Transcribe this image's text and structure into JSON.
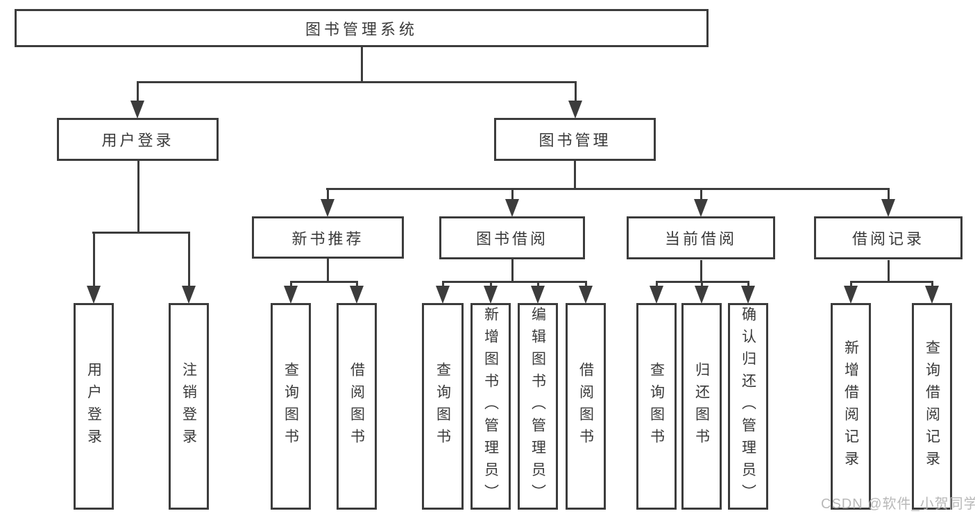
{
  "colors": {
    "line": "#3c3c3c",
    "text": "#3a3a3a",
    "watermark": "#b3b3b3",
    "background": "#ffffff"
  },
  "tree": {
    "root": "图书管理系统",
    "level2": [
      {
        "label": "用户登录"
      },
      {
        "label": "图书管理"
      }
    ],
    "level3": [
      {
        "label": "新书推荐"
      },
      {
        "label": "图书借阅"
      },
      {
        "label": "当前借阅"
      },
      {
        "label": "借阅记录"
      }
    ],
    "leaves": {
      "login": [
        "用户登录",
        "注销登录"
      ],
      "recommend": [
        "查询图书",
        "借阅图书"
      ],
      "borrow": [
        "查询图书",
        "新增图书（管理员）",
        "编辑图书（管理员）",
        "借阅图书"
      ],
      "current": [
        "查询图书",
        "归还图书",
        "确认归还（管理员）"
      ],
      "record": [
        "新增借阅记录",
        "查询借阅记录"
      ]
    }
  },
  "watermark": {
    "text": "CSDN @软件_小贺同学"
  }
}
